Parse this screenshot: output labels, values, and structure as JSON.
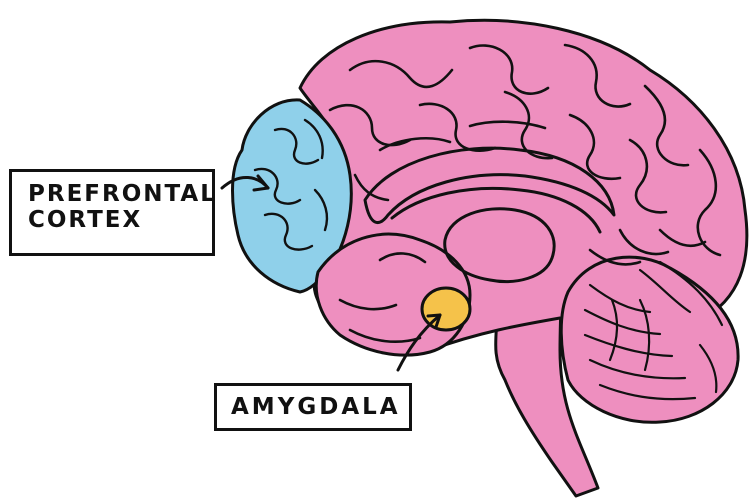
{
  "labels": {
    "prefrontal_cortex": [
      "PREFRONTAL",
      "CORTEX"
    ],
    "amygdala": "AMYGDALA"
  },
  "colors": {
    "brain": "#ee8fbf",
    "prefrontal_cortex": "#8fd0ea",
    "amygdala": "#f5c24a",
    "outline": "#111111",
    "background": "#ffffff"
  }
}
